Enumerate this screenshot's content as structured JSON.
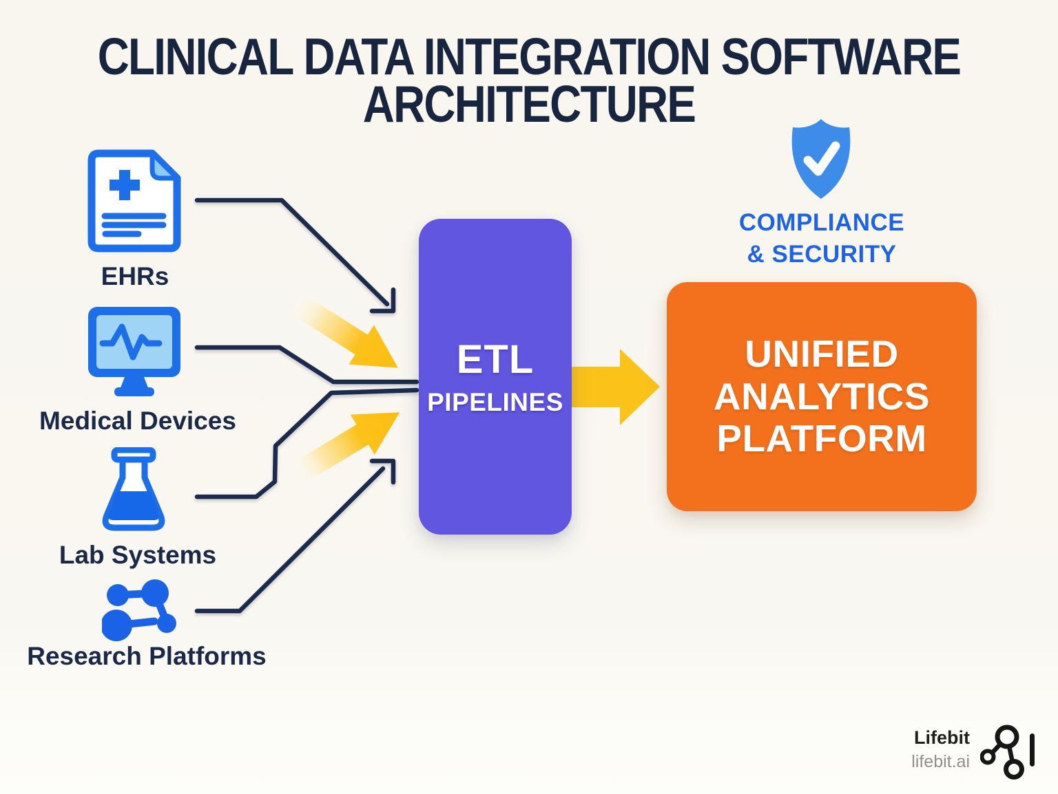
{
  "title": {
    "line1": "CLINICAL DATA INTEGRATION SOFTWARE",
    "line2": "ARCHITECTURE"
  },
  "sources": [
    {
      "label": "EHRs",
      "icon": "medical-document-icon"
    },
    {
      "label": "Medical Devices",
      "icon": "patient-monitor-icon"
    },
    {
      "label": "Lab Systems",
      "icon": "lab-flask-icon"
    },
    {
      "label": "Research Platforms",
      "icon": "molecule-network-icon"
    }
  ],
  "etl_box": {
    "line1": "ETL",
    "line2": "PIPELINES"
  },
  "platform_box": {
    "line1": "UNIFIED",
    "line2": "ANALYTICS",
    "line3": "PLATFORM"
  },
  "compliance": {
    "icon": "shield-check-icon",
    "line1": "COMPLIANCE",
    "line2": "& SECURITY"
  },
  "branding": {
    "name": "Lifebit",
    "domain": "lifebit.ai",
    "icon": "lifebit-molecule-icon"
  },
  "colors": {
    "background": "#F8F6EF",
    "connector_navy": "#1B2A4C",
    "title_navy": "#18253F",
    "icon_blue": "#1C6FE9",
    "icon_blue_light": "#9FD4F6",
    "shield_blue": "#3D8CEA",
    "compliance_text_blue": "#2063E2",
    "etl_purple": "#6056E0",
    "platform_orange": "#F3701C",
    "arrow_yellow": "#FBC31A",
    "brand_text": "#1F1F1F",
    "brand_domain_text": "#8F8F8F"
  }
}
